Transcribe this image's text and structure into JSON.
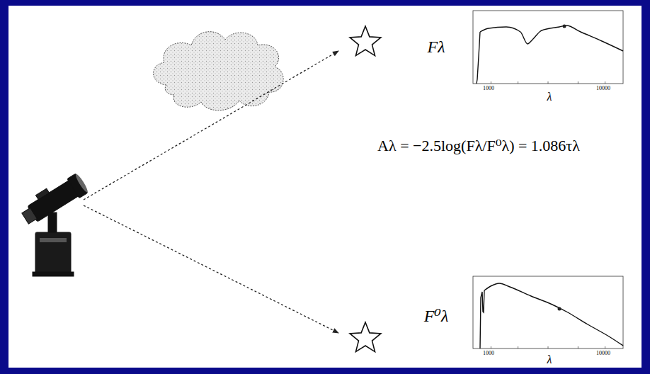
{
  "diagram": {
    "labels": [
      "Fλ",
      "λ",
      "1000",
      "10000",
      "Aλ = −2.5log(Fλ/F⁰λ) = 1.086τλ",
      "F⁰λ",
      "λ",
      "1000",
      "10000"
    ]
  }
}
